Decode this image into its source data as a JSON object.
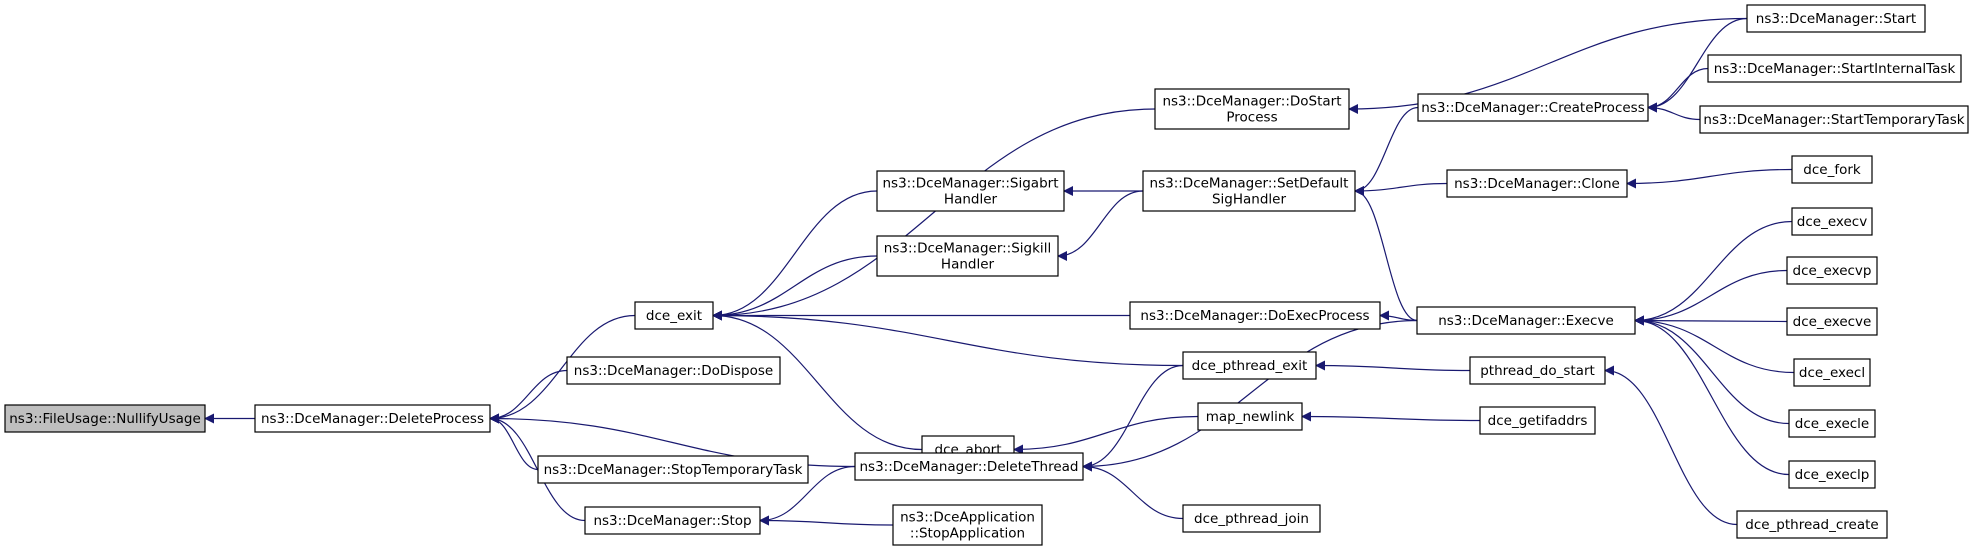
{
  "diagram": {
    "type": "call-graph",
    "focus_node": "ns3::FileUsage::NullifyUsage",
    "nodes": [
      {
        "id": "nullify",
        "lines": [
          "ns3::FileUsage::NullifyUsage"
        ]
      },
      {
        "id": "deleteprocess",
        "lines": [
          "ns3::DceManager::DeleteProcess"
        ]
      },
      {
        "id": "dce_exit",
        "lines": [
          "dce_exit"
        ]
      },
      {
        "id": "dodispose",
        "lines": [
          "ns3::DceManager::DoDispose"
        ]
      },
      {
        "id": "stoptemptask",
        "lines": [
          "ns3::DceManager::StopTemporaryTask"
        ]
      },
      {
        "id": "stop",
        "lines": [
          "ns3::DceManager::Stop"
        ]
      },
      {
        "id": "dostart",
        "lines": [
          "ns3::DceManager::DoStart",
          "Process"
        ]
      },
      {
        "id": "sigabrt",
        "lines": [
          "ns3::DceManager::Sigabrt",
          "Handler"
        ]
      },
      {
        "id": "sigkill",
        "lines": [
          "ns3::DceManager::Sigkill",
          "Handler"
        ]
      },
      {
        "id": "dce_abort",
        "lines": [
          "dce_abort"
        ]
      },
      {
        "id": "deletethread",
        "lines": [
          "ns3::DceManager::DeleteThread"
        ]
      },
      {
        "id": "stopapp",
        "lines": [
          "ns3::DceApplication",
          "::StopApplication"
        ]
      },
      {
        "id": "setdefault",
        "lines": [
          "ns3::DceManager::SetDefault",
          "SigHandler"
        ]
      },
      {
        "id": "doexec",
        "lines": [
          "ns3::DceManager::DoExecProcess"
        ]
      },
      {
        "id": "pthread_exit",
        "lines": [
          "dce_pthread_exit"
        ]
      },
      {
        "id": "map_newlink",
        "lines": [
          "map_newlink"
        ]
      },
      {
        "id": "pthread_join",
        "lines": [
          "dce_pthread_join"
        ]
      },
      {
        "id": "createprocess",
        "lines": [
          "ns3::DceManager::CreateProcess"
        ]
      },
      {
        "id": "clone",
        "lines": [
          "ns3::DceManager::Clone"
        ]
      },
      {
        "id": "execve",
        "lines": [
          "ns3::DceManager::Execve"
        ]
      },
      {
        "id": "pthread_do_start",
        "lines": [
          "pthread_do_start"
        ]
      },
      {
        "id": "getifaddrs",
        "lines": [
          "dce_getifaddrs"
        ]
      },
      {
        "id": "start",
        "lines": [
          "ns3::DceManager::Start"
        ]
      },
      {
        "id": "startinternal",
        "lines": [
          "ns3::DceManager::StartInternalTask"
        ]
      },
      {
        "id": "starttemporary",
        "lines": [
          "ns3::DceManager::StartTemporaryTask"
        ]
      },
      {
        "id": "dce_fork",
        "lines": [
          "dce_fork"
        ]
      },
      {
        "id": "dce_execv",
        "lines": [
          "dce_execv"
        ]
      },
      {
        "id": "dce_execvp",
        "lines": [
          "dce_execvp"
        ]
      },
      {
        "id": "dce_execve",
        "lines": [
          "dce_execve"
        ]
      },
      {
        "id": "dce_execl",
        "lines": [
          "dce_execl"
        ]
      },
      {
        "id": "dce_execle",
        "lines": [
          "dce_execle"
        ]
      },
      {
        "id": "dce_execlp",
        "lines": [
          "dce_execlp"
        ]
      },
      {
        "id": "pthread_create",
        "lines": [
          "dce_pthread_create"
        ]
      }
    ],
    "edges": [
      [
        "deleteprocess",
        "nullify"
      ],
      [
        "dce_exit",
        "deleteprocess"
      ],
      [
        "dodispose",
        "deleteprocess"
      ],
      [
        "stoptemptask",
        "deleteprocess"
      ],
      [
        "stop",
        "deleteprocess"
      ],
      [
        "deletethread",
        "deleteprocess"
      ],
      [
        "dostart",
        "dce_exit"
      ],
      [
        "sigabrt",
        "dce_exit"
      ],
      [
        "sigkill",
        "dce_exit"
      ],
      [
        "dce_abort",
        "dce_exit"
      ],
      [
        "doexec",
        "dce_exit"
      ],
      [
        "pthread_exit",
        "dce_exit"
      ],
      [
        "deletethread",
        "stop"
      ],
      [
        "stopapp",
        "stop"
      ],
      [
        "start",
        "dostart"
      ],
      [
        "setdefault",
        "sigabrt"
      ],
      [
        "setdefault",
        "sigkill"
      ],
      [
        "map_newlink",
        "dce_abort"
      ],
      [
        "pthread_exit",
        "deletethread"
      ],
      [
        "pthread_join",
        "deletethread"
      ],
      [
        "execve",
        "deletethread"
      ],
      [
        "createprocess",
        "setdefault"
      ],
      [
        "clone",
        "setdefault"
      ],
      [
        "execve",
        "setdefault"
      ],
      [
        "execve",
        "doexec"
      ],
      [
        "pthread_do_start",
        "pthread_exit"
      ],
      [
        "getifaddrs",
        "map_newlink"
      ],
      [
        "start",
        "createprocess"
      ],
      [
        "startinternal",
        "createprocess"
      ],
      [
        "starttemporary",
        "createprocess"
      ],
      [
        "dce_fork",
        "clone"
      ],
      [
        "dce_execv",
        "execve"
      ],
      [
        "dce_execvp",
        "execve"
      ],
      [
        "dce_execve",
        "execve"
      ],
      [
        "dce_execl",
        "execve"
      ],
      [
        "dce_execle",
        "execve"
      ],
      [
        "dce_execlp",
        "execve"
      ],
      [
        "pthread_create",
        "pthread_do_start"
      ]
    ]
  },
  "colors": {
    "edge": "#191970",
    "node_border": "#000000",
    "node_fill": "#ffffff",
    "focus_fill": "#bfbfbf"
  }
}
